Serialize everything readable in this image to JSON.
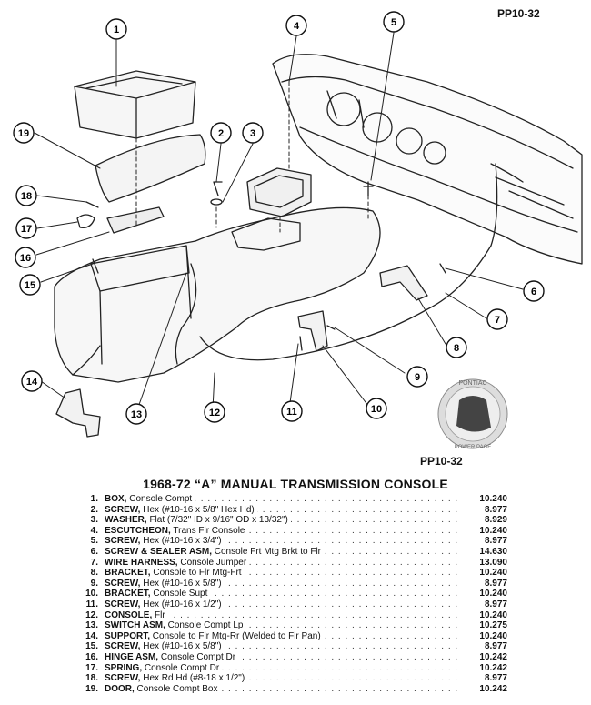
{
  "page_code_top": "PP10-32",
  "page_code_bottom": "PP10-32",
  "logo_text": {
    "top": "PONTIAC",
    "bottom": "POWER PAGE"
  },
  "callouts": [
    "1",
    "2",
    "3",
    "4",
    "5",
    "6",
    "7",
    "8",
    "9",
    "10",
    "11",
    "12",
    "13",
    "14",
    "15",
    "16",
    "17",
    "18",
    "19"
  ],
  "title": "1968-72 “A” MANUAL TRANSMISSION CONSOLE",
  "parts": [
    {
      "num": "1.",
      "name": "BOX,",
      "desc": "Console Compt",
      "pn": "10.240"
    },
    {
      "num": "2.",
      "name": "SCREW,",
      "desc": "Hex (#10-16 x 5/8\" Hex Hd)",
      "pn": "8.977"
    },
    {
      "num": "3.",
      "name": "WASHER,",
      "desc": "Flat (7/32\" ID x 9/16\" OD x 13/32\")",
      "pn": "8.929"
    },
    {
      "num": "4.",
      "name": "ESCUTCHEON,",
      "desc": "Trans Flr Console",
      "pn": "10.240"
    },
    {
      "num": "5.",
      "name": "SCREW,",
      "desc": "Hex (#10-16 x 3/4\")",
      "pn": "8.977"
    },
    {
      "num": "6.",
      "name": "SCREW & SEALER ASM,",
      "desc": "Console Frt Mtg Brkt to Flr",
      "pn": "14.630"
    },
    {
      "num": "7.",
      "name": "WIRE HARNESS,",
      "desc": "Console Jumper",
      "pn": "13.090"
    },
    {
      "num": "8.",
      "name": "BRACKET,",
      "desc": "Console to Flr Mtg-Frt",
      "pn": "10.240"
    },
    {
      "num": "9.",
      "name": "SCREW,",
      "desc": "Hex (#10-16 x 5/8\")",
      "pn": "8.977"
    },
    {
      "num": "10.",
      "name": "BRACKET,",
      "desc": "Console Supt",
      "pn": "10.240"
    },
    {
      "num": "11.",
      "name": "SCREW,",
      "desc": "Hex (#10-16 x 1/2\")",
      "pn": "8.977"
    },
    {
      "num": "12.",
      "name": "CONSOLE,",
      "desc": "Flr",
      "pn": "10.240"
    },
    {
      "num": "13.",
      "name": "SWITCH ASM,",
      "desc": "Console Compt Lp",
      "pn": "10.275"
    },
    {
      "num": "14.",
      "name": "SUPPORT,",
      "desc": "Console to Flr Mtg-Rr (Welded to Flr Pan)",
      "pn": "10.240"
    },
    {
      "num": "15.",
      "name": "SCREW,",
      "desc": "Hex (#10-16 x 5/8\")",
      "pn": "8.977"
    },
    {
      "num": "16.",
      "name": "HINGE ASM,",
      "desc": "Console Compt Dr",
      "pn": "10.242"
    },
    {
      "num": "17.",
      "name": "SPRING,",
      "desc": "Console Compt Dr",
      "pn": "10.242"
    },
    {
      "num": "18.",
      "name": "SCREW,",
      "desc": "Hex Rd Hd (#8-18 x 1/2\")",
      "pn": "8.977"
    },
    {
      "num": "19.",
      "name": "DOOR,",
      "desc": "Console Compt Box",
      "pn": "10.242"
    }
  ]
}
